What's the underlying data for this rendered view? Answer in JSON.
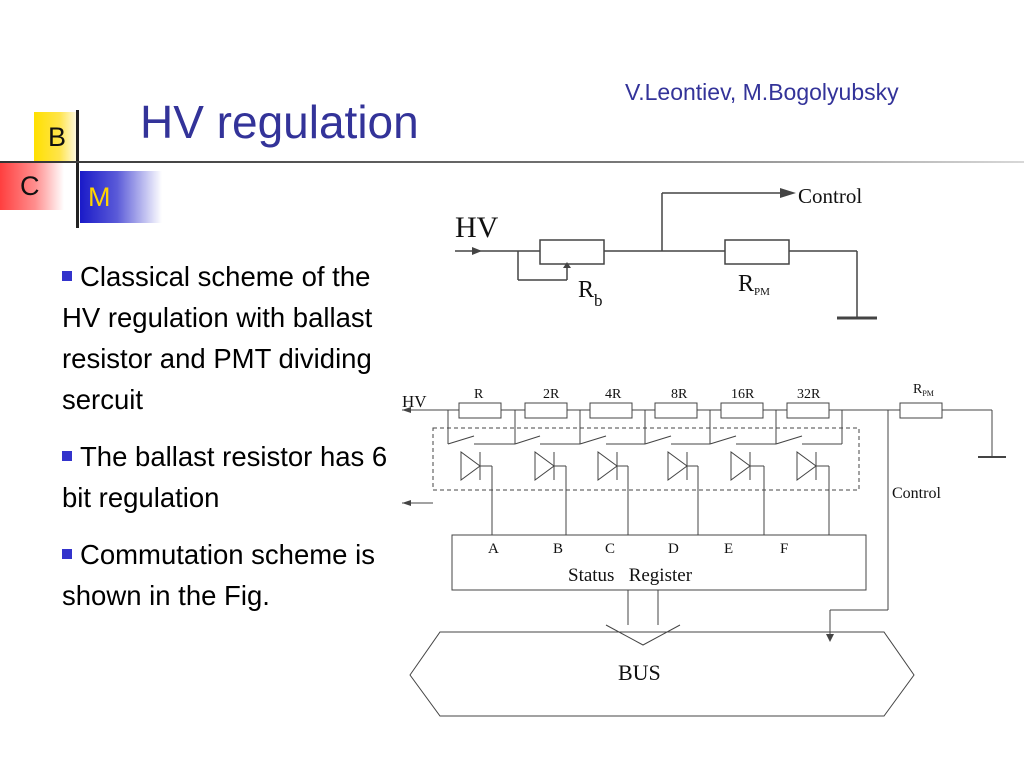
{
  "slide": {
    "title": "HV regulation",
    "authors": "V.Leontiev, M.Bogolyubsky",
    "logo": {
      "b": "B",
      "c": "C",
      "m": "M"
    }
  },
  "bullets": [
    "Classical scheme of the HV regulation with ballast resistor and PMT dividing sercuit",
    "The ballast resistor has 6 bit regulation",
    "Commutation scheme is shown in the Fig."
  ],
  "top_circuit": {
    "hv_label": "HV",
    "control_label": "Control",
    "rb_main": "R",
    "rb_sub": "b",
    "rpm_main": "R",
    "rpm_sub": "PM"
  },
  "bottom_circuit": {
    "hv_label": "HV",
    "resistors": [
      "R",
      "2R",
      "4R",
      "8R",
      "16R",
      "32R"
    ],
    "rpm_main": "R",
    "rpm_sub": "PM",
    "control_label": "Control",
    "bits": [
      "A",
      "B",
      "C",
      "D",
      "E",
      "F"
    ],
    "register_label": "Status   Register",
    "bus_label": "BUS"
  }
}
